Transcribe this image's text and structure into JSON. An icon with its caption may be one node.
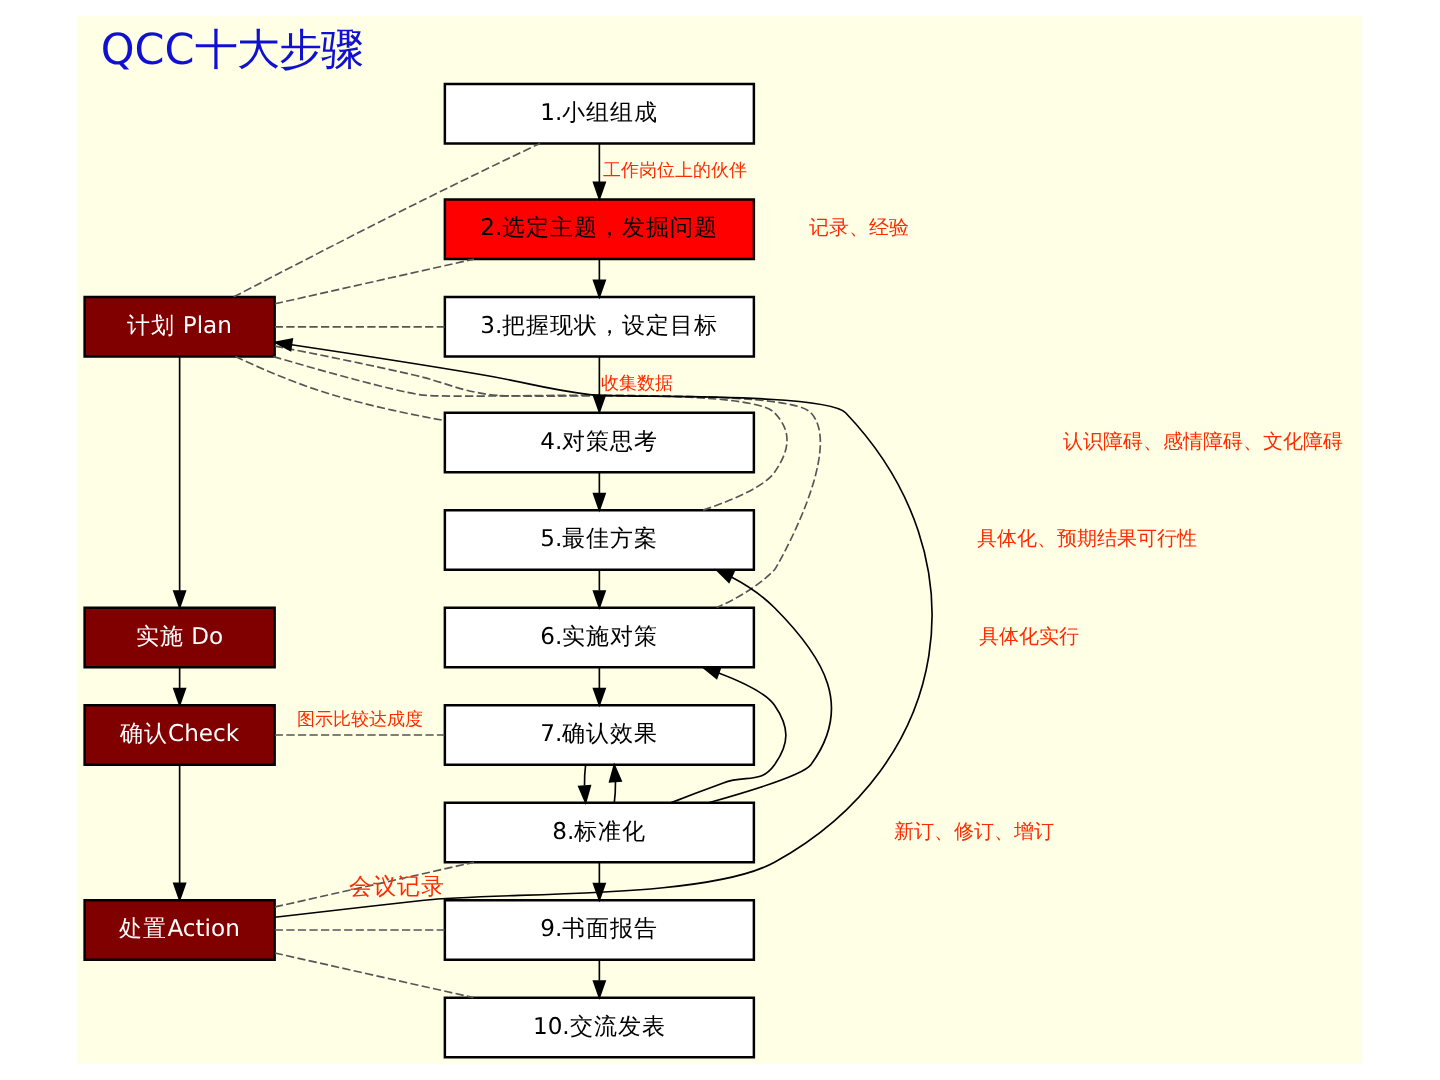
{
  "diagram": {
    "title": "QCC十大步骤",
    "nodes": [
      {
        "text": [
          "1.小组组成"
        ]
      },
      {
        "text": [
          "2.选定主题，发掘问题"
        ]
      },
      {
        "text": [
          "3.把握现状，设定目标"
        ]
      },
      {
        "text": [
          "4.对策思考"
        ]
      },
      {
        "text": [
          "5.最佳方案"
        ]
      },
      {
        "text": [
          "6.实施对策"
        ]
      },
      {
        "text": [
          "7.确认效果"
        ]
      },
      {
        "text": [
          "8.标准化"
        ]
      },
      {
        "text": [
          "9.书面报告"
        ],
        "beside": [
          "会议记录"
        ]
      },
      {
        "text": [
          "10.交流发表"
        ]
      },
      {
        "text": [
          "计划 Plan"
        ]
      },
      {
        "text": [
          "实施 Do"
        ]
      },
      {
        "text": [
          "确认Check"
        ]
      },
      {
        "text": [
          "处置Action"
        ]
      }
    ],
    "edges": [
      {
        "from": 0,
        "to": 1,
        "arrow": "to",
        "label": "工作岗位上的伙伴"
      },
      {
        "from": 1,
        "to": 2,
        "arrow": "to"
      },
      {
        "from": 2,
        "to": 3,
        "arrow": "to",
        "label": "收集数据"
      },
      {
        "from": 3,
        "to": 4,
        "arrow": "to"
      },
      {
        "from": 4,
        "to": 5,
        "arrow": "to"
      },
      {
        "from": 5,
        "to": 6,
        "arrow": "to"
      },
      {
        "from": 6,
        "to": 7,
        "arrow": "to"
      },
      {
        "from": 7,
        "to": 8,
        "arrow": "to"
      },
      {
        "from": 8,
        "to": 9,
        "arrow": "to"
      },
      {
        "from": 7,
        "to": 4,
        "arrow": "to"
      },
      {
        "from": 7,
        "to": 5,
        "arrow": "to"
      },
      {
        "from": 7,
        "to": 6,
        "arrow": "to"
      },
      {
        "from": 10,
        "to": 11,
        "arrow": "to"
      },
      {
        "from": 11,
        "to": 12,
        "arrow": "to"
      },
      {
        "from": 12,
        "to": 13,
        "arrow": "to"
      },
      {
        "from": 13,
        "to": 10,
        "arrow": "to"
      },
      {
        "from": 10,
        "to": 0,
        "arrow": "none",
        "style": "dashed",
        "color": "#555555"
      },
      {
        "from": 10,
        "to": 1,
        "arrow": "none",
        "style": "dashed",
        "color": "#555555"
      },
      {
        "from": 10,
        "to": 2,
        "arrow": "none",
        "style": "dashed",
        "color": "#555555"
      },
      {
        "from": 10,
        "to": 3,
        "arrow": "none",
        "style": "dashed",
        "color": "#555555"
      },
      {
        "from": 10,
        "to": 4,
        "arrow": "none",
        "style": "dashed",
        "color": "#555555"
      },
      {
        "from": 10,
        "to": 5,
        "arrow": "none",
        "style": "dashed",
        "color": "#555555"
      },
      {
        "from": 12,
        "to": 6,
        "arrow": "none",
        "style": "dashed",
        "color": "#555555",
        "label": "图示比较达成度"
      },
      {
        "from": 13,
        "to": 7,
        "arrow": "none",
        "style": "dashed",
        "color": "#555555"
      },
      {
        "from": 13,
        "to": 8,
        "arrow": "none",
        "style": "dashed",
        "color": "#555555"
      },
      {
        "from": 13,
        "to": 9,
        "arrow": "none",
        "style": "dashed",
        "color": "#555555"
      }
    ],
    "labels": [
      "记录、经验",
      "认识障碍、感情障碍、文化障碍",
      "具体化、预期结果可行性",
      "具体化实行",
      "新订、修订、增订"
    ]
  }
}
